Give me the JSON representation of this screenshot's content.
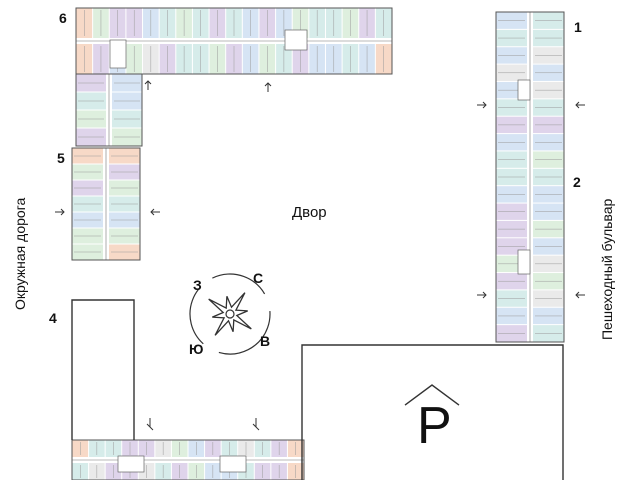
{
  "sections": [
    {
      "id": "section-1",
      "label": "1"
    },
    {
      "id": "section-2",
      "label": "2"
    },
    {
      "id": "section-4",
      "label": "4"
    },
    {
      "id": "section-5",
      "label": "5"
    },
    {
      "id": "section-6",
      "label": "6"
    }
  ],
  "labels": {
    "courtyard": "Двор",
    "left_road": "Окружная дорога",
    "right_road": "Пешеходный бульвар",
    "parking": "P"
  },
  "compass": {
    "north": "С",
    "east": "В",
    "south": "Ю",
    "west": "З"
  },
  "colors": {
    "outline": "#333333",
    "purple": "#d9cce8",
    "teal": "#cfe9e6",
    "blue": "#cfdff2",
    "green": "#d8ecd8",
    "orange": "#f6d2bd",
    "grey": "#e6e6e6"
  },
  "icons": [
    "compass-rose-icon",
    "entrance-arrow-icon",
    "parking-roof-icon"
  ]
}
